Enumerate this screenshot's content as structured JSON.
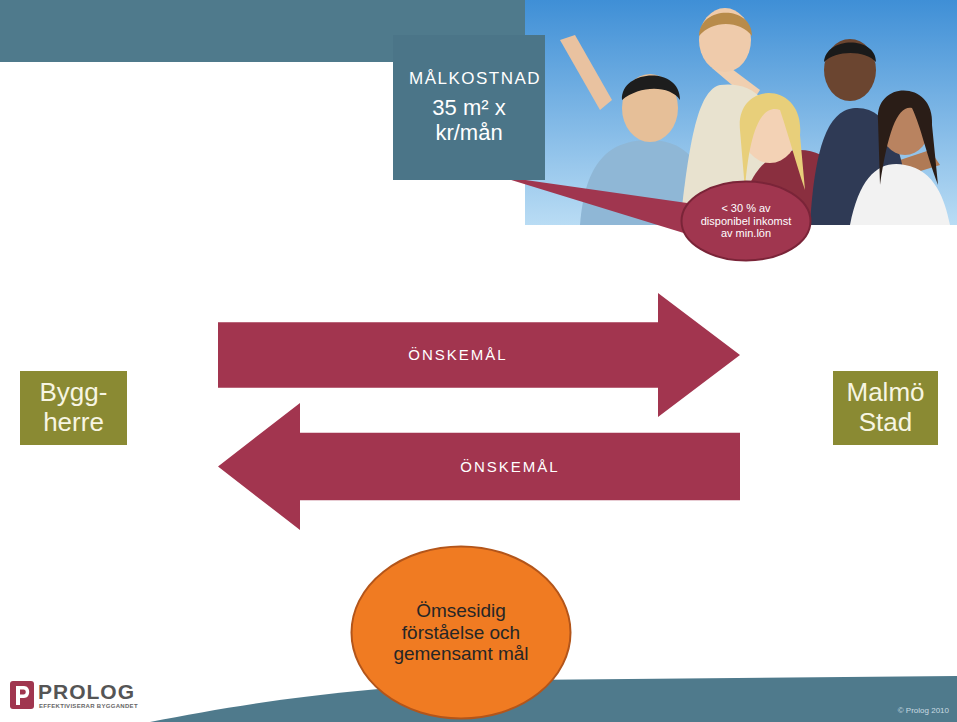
{
  "diagram": {
    "nodes": [
      {
        "text": [
          "MÅLKOSTNAD",
          "35 m² x kr/mån"
        ]
      },
      {
        "text": [
          "< 30 % av disponibel inkomst av min.lön"
        ]
      },
      {
        "text": [
          "Bygg- herre"
        ]
      },
      {
        "text": [
          "ÖNSKEMÅL"
        ]
      },
      {
        "text": [
          "Malmö Stad"
        ]
      },
      {
        "text": [
          "ÖNSKEMÅL"
        ]
      },
      {
        "text": [
          "Ömsesidig förståelse och gemensamt mål"
        ]
      }
    ],
    "labels": [
      "PROLOG",
      "EFFEKTIVISERAR BYGGANDET",
      "© Prolog 2010"
    ]
  }
}
